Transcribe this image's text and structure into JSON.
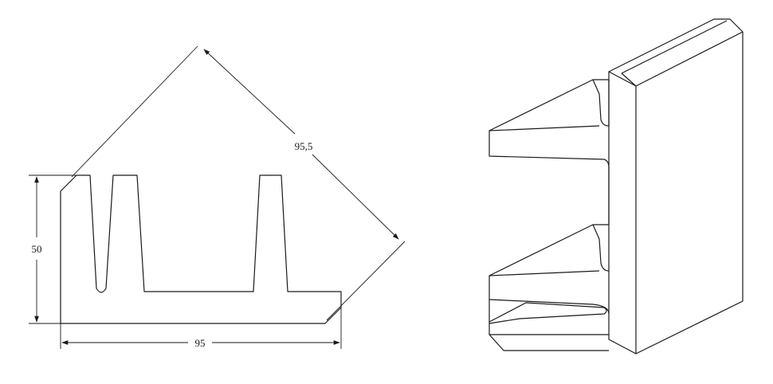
{
  "dimensions": {
    "width_label": "95",
    "height_label": "50",
    "diagonal_label": "95,5"
  },
  "colors": {
    "line": "#1a1a1a",
    "background": "#ffffff"
  }
}
